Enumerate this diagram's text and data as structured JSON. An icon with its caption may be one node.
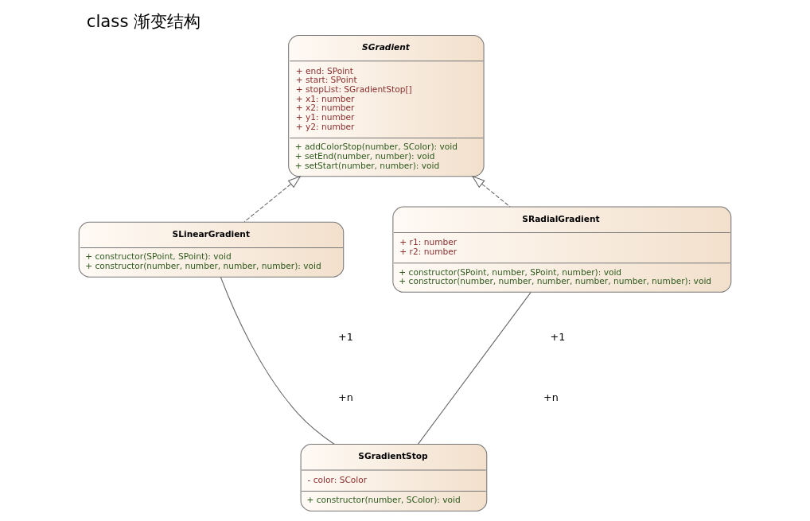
{
  "diagram": {
    "title": "class 渐变结构",
    "nodes": [
      {
        "text": [
          "SGradient",
          "+ end: SPoint",
          "+ start: SPoint",
          "+ stopList: SGradientStop[]",
          "+ x1: number",
          "+ x2: number",
          "+ y1: number",
          "+ y2: number",
          "+ addColorStop(number, SColor): void",
          "+ setEnd(number, number): void",
          "+ setStart(number, number): void"
        ]
      },
      {
        "text": [
          "SLinearGradient",
          "+ constructor(SPoint, SPoint): void",
          "+ constructor(number, number, number, number): void"
        ]
      },
      {
        "text": [
          "SRadialGradient",
          "+ r1: number",
          "+ r2: number",
          "+ constructor(SPoint, number, SPoint, number): void",
          "+ constructor(number, number, number, number, number, number): void"
        ]
      },
      {
        "text": [
          "SGradientStop",
          "- color: SColor",
          "+ constructor(number, SColor): void"
        ]
      }
    ],
    "edges": [
      {
        "from": 1,
        "to": 0,
        "arrow": "to",
        "style": "dashed"
      },
      {
        "from": 2,
        "to": 0,
        "arrow": "to",
        "style": "dashed"
      },
      {
        "from": 1,
        "to": 3,
        "arrow": "none"
      },
      {
        "from": 2,
        "to": 3,
        "arrow": "none"
      }
    ],
    "labels": [
      "+1",
      "+n",
      "+n",
      "+1"
    ]
  }
}
